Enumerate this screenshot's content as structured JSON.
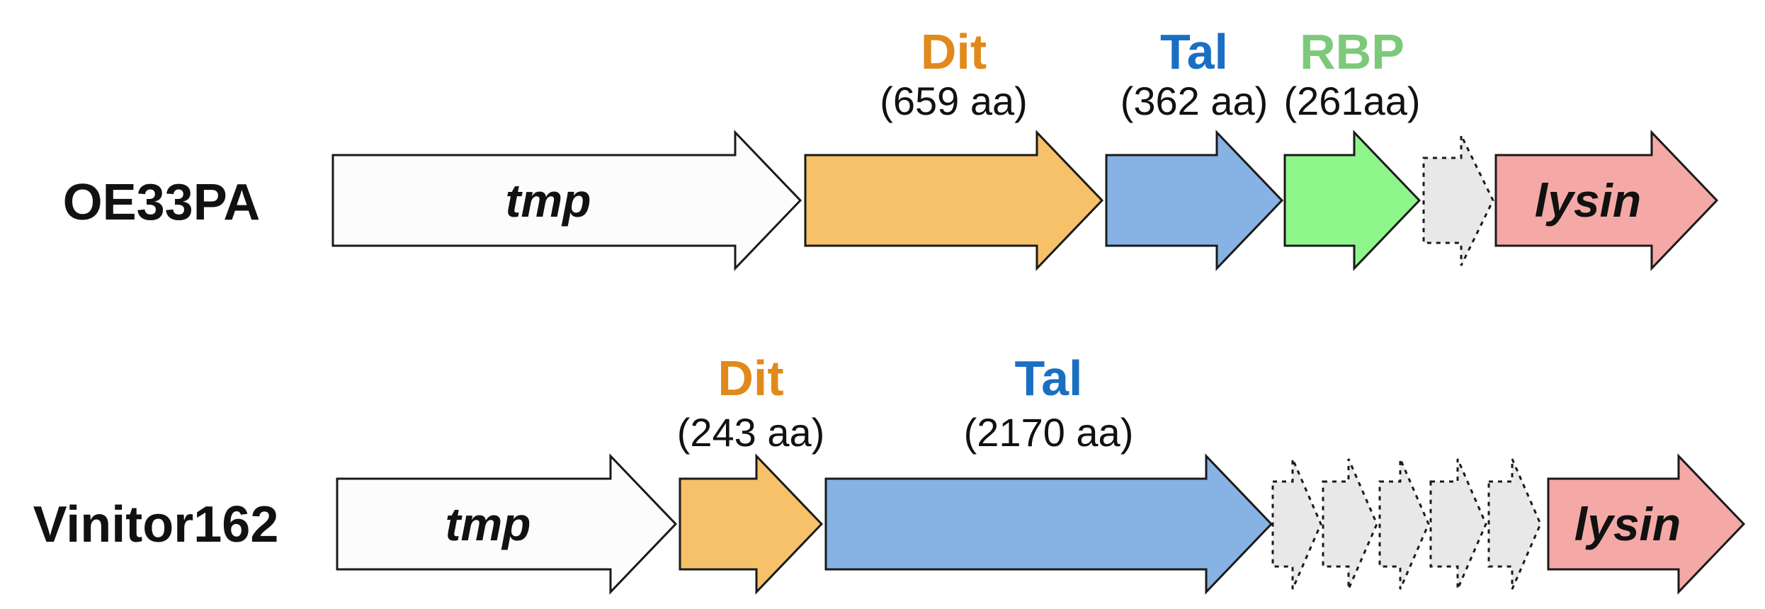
{
  "genomes": [
    {
      "label": "OE33PA",
      "genes": [
        {
          "key": "tmp",
          "inner": "tmp",
          "fill": "#fcfcfc",
          "dashed": false
        },
        {
          "key": "dit",
          "title": "Dit",
          "size": "(659 aa)",
          "fill": "#f6c168",
          "title_color": "#e08a1c",
          "dashed": false
        },
        {
          "key": "tal",
          "title": "Tal",
          "size": "(362 aa)",
          "fill": "#86b3e4",
          "title_color": "#1b6fc2",
          "dashed": false
        },
        {
          "key": "rbp",
          "title": "RBP",
          "size": "(261aa)",
          "fill": "#8ef58a",
          "title_color": "#7cc97a",
          "dashed": false
        },
        {
          "key": "hyp-1",
          "fill": "#e8e8e8",
          "dashed": true
        },
        {
          "key": "lysin",
          "inner": "lysin",
          "fill": "#f4a9a6",
          "dashed": false
        }
      ]
    },
    {
      "label": "Vinitor162",
      "genes": [
        {
          "key": "tmp",
          "inner": "tmp",
          "fill": "#fcfcfc",
          "dashed": false
        },
        {
          "key": "dit",
          "title": "Dit",
          "size": "(243 aa)",
          "fill": "#f6c168",
          "title_color": "#e08a1c",
          "dashed": false
        },
        {
          "key": "tal",
          "title": "Tal",
          "size": "(2170 aa)",
          "fill": "#86b3e4",
          "title_color": "#1b6fc2",
          "dashed": false
        },
        {
          "key": "hyp-1",
          "fill": "#e8e8e8",
          "dashed": true
        },
        {
          "key": "hyp-2",
          "fill": "#e8e8e8",
          "dashed": true
        },
        {
          "key": "hyp-3",
          "fill": "#e8e8e8",
          "dashed": true
        },
        {
          "key": "hyp-4",
          "fill": "#e8e8e8",
          "dashed": true
        },
        {
          "key": "hyp-5",
          "fill": "#e8e8e8",
          "dashed": true
        },
        {
          "key": "lysin",
          "inner": "lysin",
          "fill": "#f4a9a6",
          "dashed": false
        }
      ]
    }
  ]
}
